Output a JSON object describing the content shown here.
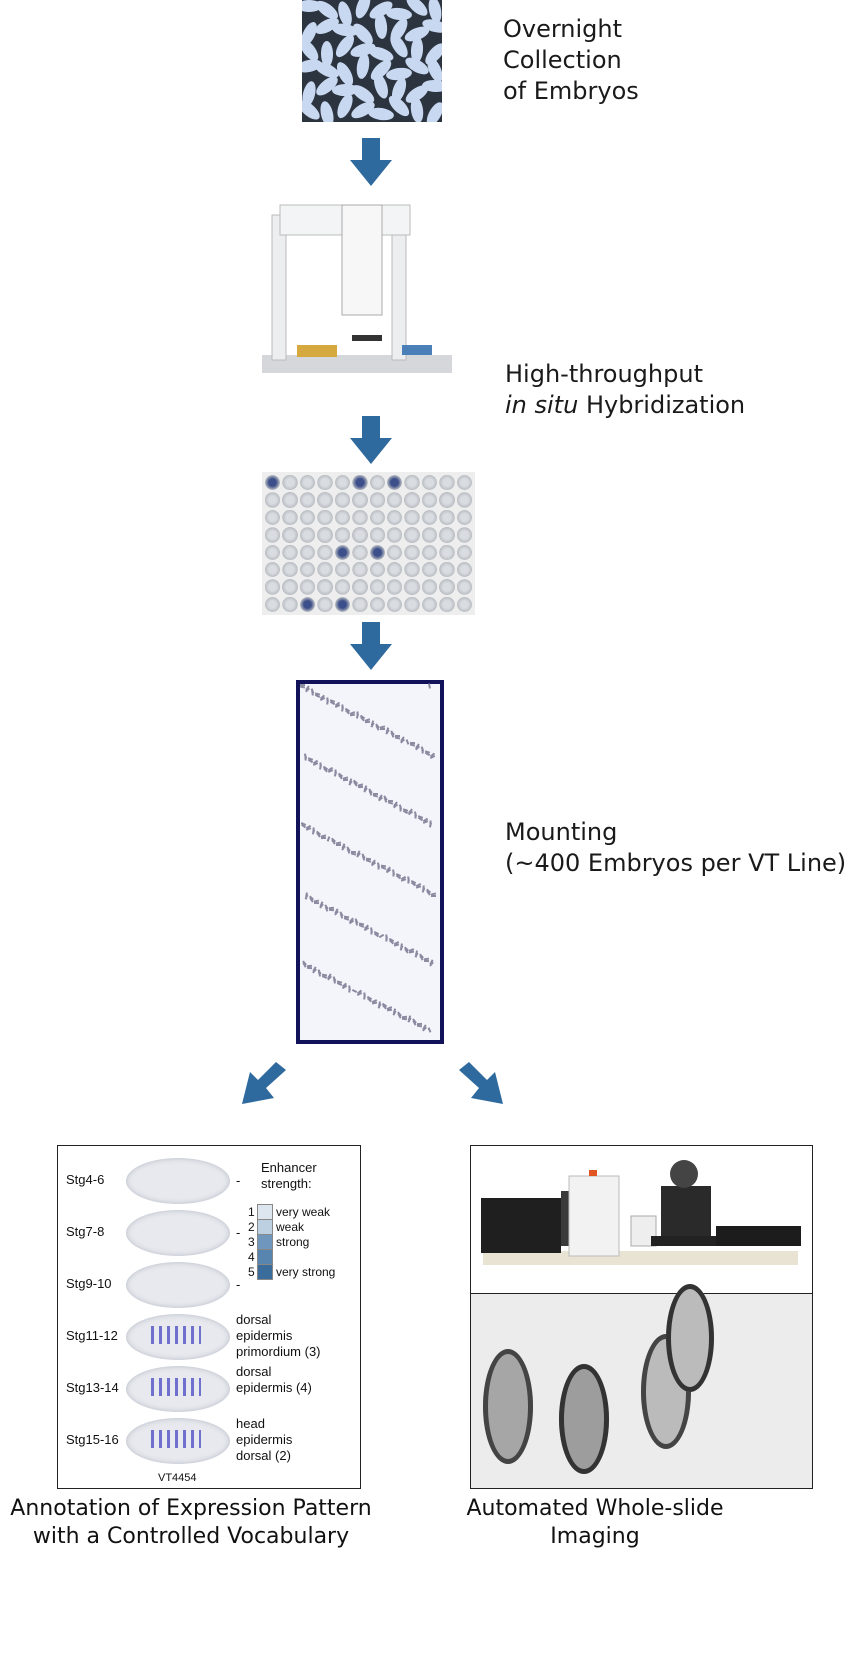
{
  "steps": {
    "collection": [
      "Overnight",
      "Collection",
      "of Embryos"
    ],
    "hybridization": {
      "line1": "High-throughput",
      "italic": "in situ",
      "rest": " Hybridization"
    },
    "mounting": [
      "Mounting",
      "(~400 Embryos per VT Line)"
    ]
  },
  "annotation": {
    "legend_title": [
      "Enhancer",
      "strength:"
    ],
    "legend": [
      {
        "level": "1",
        "label": "very weak",
        "color": "#dde5ee"
      },
      {
        "level": "2",
        "label": "weak",
        "color": "#bdd0e2"
      },
      {
        "level": "3",
        "label": "strong",
        "color": "#6f97bd"
      },
      {
        "level": "4",
        "label": "",
        "color": "#5785b0"
      },
      {
        "level": "5",
        "label": "very strong",
        "color": "#3a6c9c"
      }
    ],
    "stages": [
      {
        "stage": "Stg4-6",
        "terms": [
          "-"
        ]
      },
      {
        "stage": "Stg7-8",
        "terms": [
          "-"
        ]
      },
      {
        "stage": "Stg9-10",
        "terms": [
          "-"
        ]
      },
      {
        "stage": "Stg11-12",
        "terms": [
          "dorsal",
          "epidermis",
          "primordium (3)"
        ]
      },
      {
        "stage": "Stg13-14",
        "terms": [
          "dorsal",
          "epidermis (4)"
        ]
      },
      {
        "stage": "Stg15-16",
        "terms": [
          "head",
          "epidermis",
          "dorsal (2)"
        ]
      }
    ],
    "line_id": "VT4454"
  },
  "captions": {
    "left": [
      "Annotation of Expression Pattern",
      "with a Controlled Vocabulary"
    ],
    "right": [
      "Automated Whole-slide",
      "Imaging"
    ]
  },
  "arrow_color": "#2e6a9e"
}
